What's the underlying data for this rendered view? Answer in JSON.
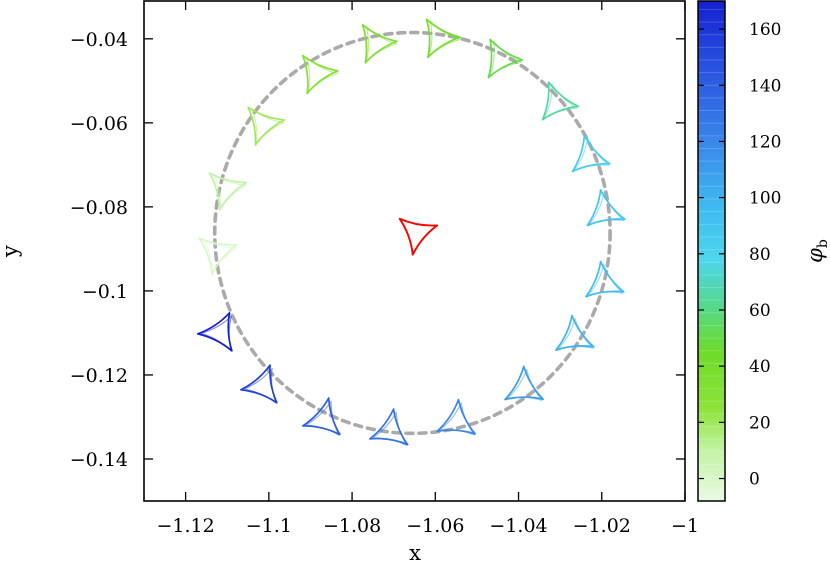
{
  "chart_data": {
    "type": "scatter",
    "title": "",
    "xlabel": "x",
    "ylabel": "y",
    "xlim": [
      -1.13,
      -1.0
    ],
    "ylim": [
      -0.15,
      -0.031
    ],
    "x_ticks": [
      -1.12,
      -1.1,
      -1.08,
      -1.06,
      -1.04,
      -1.02,
      -1.0
    ],
    "x_tick_labels": [
      "−1.12",
      "−1.1",
      "−1.08",
      "−1.06",
      "−1.04",
      "−1.02",
      "−1"
    ],
    "y_ticks": [
      -0.04,
      -0.06,
      -0.08,
      -0.1,
      -0.12,
      -0.14
    ],
    "y_tick_labels": [
      "−0.04",
      "−0.06",
      "−0.08",
      "−0.1",
      "−0.12",
      "−0.14"
    ],
    "grid": false,
    "orbit": {
      "center": [
        -1.0655,
        -0.0862
      ],
      "radius_x": 0.0475,
      "radius_y": 0.0477,
      "color": "#aaaaaa",
      "style": "dashed"
    },
    "center_marker": {
      "x": -1.0645,
      "y": -0.0862,
      "color": "#ff0000"
    },
    "points": [
      {
        "x": -1.1127,
        "y": -0.0908,
        "phi": 0
      },
      {
        "x": -1.1105,
        "y": -0.0756,
        "phi": 10
      },
      {
        "x": -1.1015,
        "y": -0.0603,
        "phi": 20
      },
      {
        "x": -1.0887,
        "y": -0.0482,
        "phi": 30
      },
      {
        "x": -1.0745,
        "y": -0.041,
        "phi": 35
      },
      {
        "x": -1.0593,
        "y": -0.0398,
        "phi": 40
      },
      {
        "x": -1.0444,
        "y": -0.0448,
        "phi": 50
      },
      {
        "x": -1.0309,
        "y": -0.0552,
        "phi": 65
      },
      {
        "x": -1.0231,
        "y": -0.0681,
        "phi": 85
      },
      {
        "x": -1.0194,
        "y": -0.0811,
        "phi": 90
      },
      {
        "x": -1.0196,
        "y": -0.0982,
        "phi": 95
      },
      {
        "x": -1.0267,
        "y": -0.1111,
        "phi": 100
      },
      {
        "x": -1.0387,
        "y": -0.1232,
        "phi": 110
      },
      {
        "x": -1.0548,
        "y": -0.1311,
        "phi": 120
      },
      {
        "x": -1.0708,
        "y": -0.1333,
        "phi": 130
      },
      {
        "x": -1.0868,
        "y": -0.1306,
        "phi": 140
      },
      {
        "x": -1.1015,
        "y": -0.1226,
        "phi": 155
      },
      {
        "x": -1.1118,
        "y": -0.1099,
        "phi": 170
      }
    ],
    "colorbar": {
      "label": "φb",
      "range": [
        -8,
        170
      ],
      "ticks": [
        0,
        20,
        40,
        60,
        80,
        100,
        120,
        140,
        160
      ],
      "tick_labels": [
        "0",
        "20",
        "40",
        "60",
        "80",
        "100",
        "120",
        "140",
        "160"
      ],
      "colormap": [
        {
          "v": -8,
          "color": "#eafae4"
        },
        {
          "v": 10,
          "color": "#c3f3a6"
        },
        {
          "v": 25,
          "color": "#8ee23a"
        },
        {
          "v": 45,
          "color": "#6edb2a"
        },
        {
          "v": 62,
          "color": "#55d88f"
        },
        {
          "v": 78,
          "color": "#4dd6ec"
        },
        {
          "v": 95,
          "color": "#3fbdf0"
        },
        {
          "v": 120,
          "color": "#3a86ea"
        },
        {
          "v": 145,
          "color": "#2a55e0"
        },
        {
          "v": 170,
          "color": "#1420d2"
        }
      ]
    }
  }
}
